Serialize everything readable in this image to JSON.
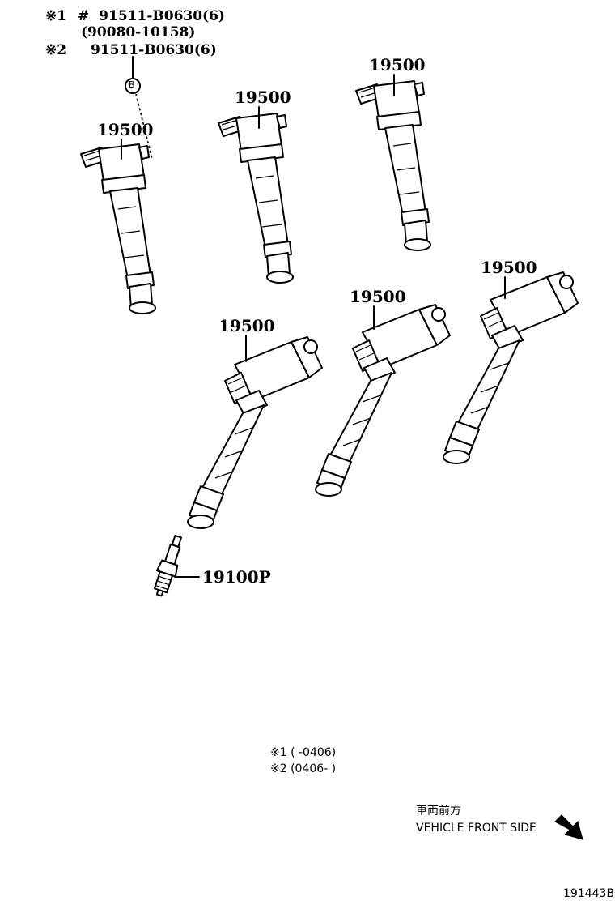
{
  "header_notes": {
    "line1_prefix": "※1",
    "line1_mark": "#",
    "line1_part": "91511-B0630(6)",
    "line2_part": "(90080-10158)",
    "line3_prefix": "※2",
    "line3_part": "91511-B0630(6)",
    "callout_letter": "B"
  },
  "parts": {
    "coil_label": "19500",
    "spark_plug_label": "19100P"
  },
  "legend": {
    "note1": "※1 (      -0406)",
    "note2": "※2 (0406-      )"
  },
  "direction": {
    "japanese": "車両前方",
    "english": "VEHICLE FRONT SIDE"
  },
  "figure_id": "191443B"
}
